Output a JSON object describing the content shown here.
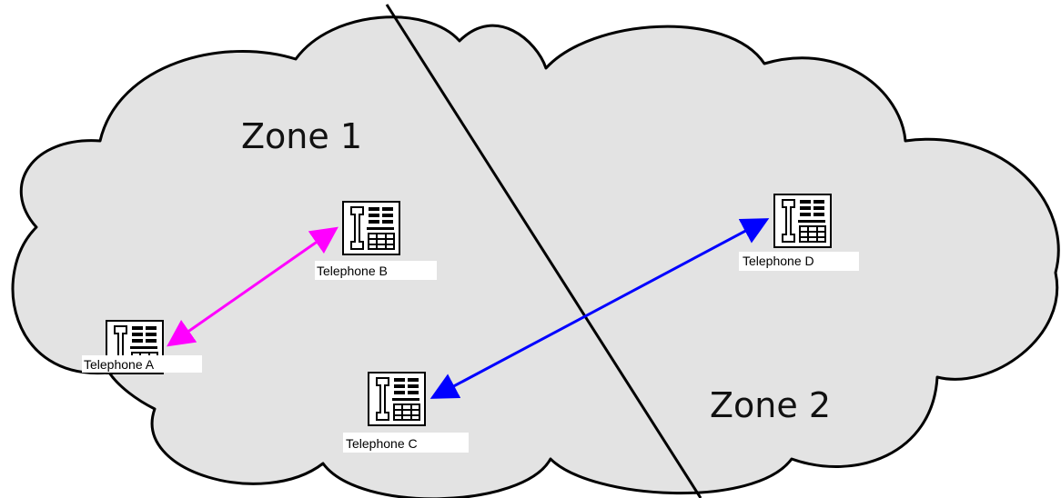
{
  "zones": [
    {
      "label": "Zone 1"
    },
    {
      "label": "Zone 2"
    }
  ],
  "telephones": [
    {
      "id": "a",
      "label": "Telephone A"
    },
    {
      "id": "b",
      "label": "Telephone B"
    },
    {
      "id": "c",
      "label": "Telephone C"
    },
    {
      "id": "d",
      "label": "Telephone D"
    }
  ],
  "connections": [
    {
      "from": "Telephone A",
      "to": "Telephone B",
      "color": "#ff00ff"
    },
    {
      "from": "Telephone C",
      "to": "Telephone D",
      "color": "#0000ff"
    }
  ],
  "colors": {
    "cloud_fill": "#e3e3e3",
    "cloud_stroke": "#000000"
  }
}
